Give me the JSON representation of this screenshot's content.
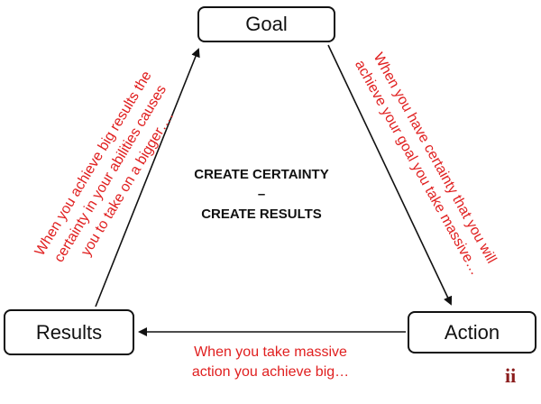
{
  "nodes": {
    "goal": "Goal",
    "results": "Results",
    "action": "Action"
  },
  "center": {
    "line1": "CREATE CERTAINTY",
    "line2": "–",
    "line3": "CREATE RESULTS"
  },
  "edges": {
    "results_to_goal": [
      "When you achieve big results the",
      "certainty in your abilities causes",
      "you to take on a bigger…."
    ],
    "goal_to_action": [
      "When you have certainty that you will",
      "achieve your goal you take massive…"
    ],
    "action_to_results": [
      "When you take massive",
      "action you achieve big…"
    ]
  },
  "logo_text": "ii",
  "colors": {
    "annotation": "#e01f1f",
    "logo": "#8b1d1d",
    "stroke": "#111111"
  }
}
